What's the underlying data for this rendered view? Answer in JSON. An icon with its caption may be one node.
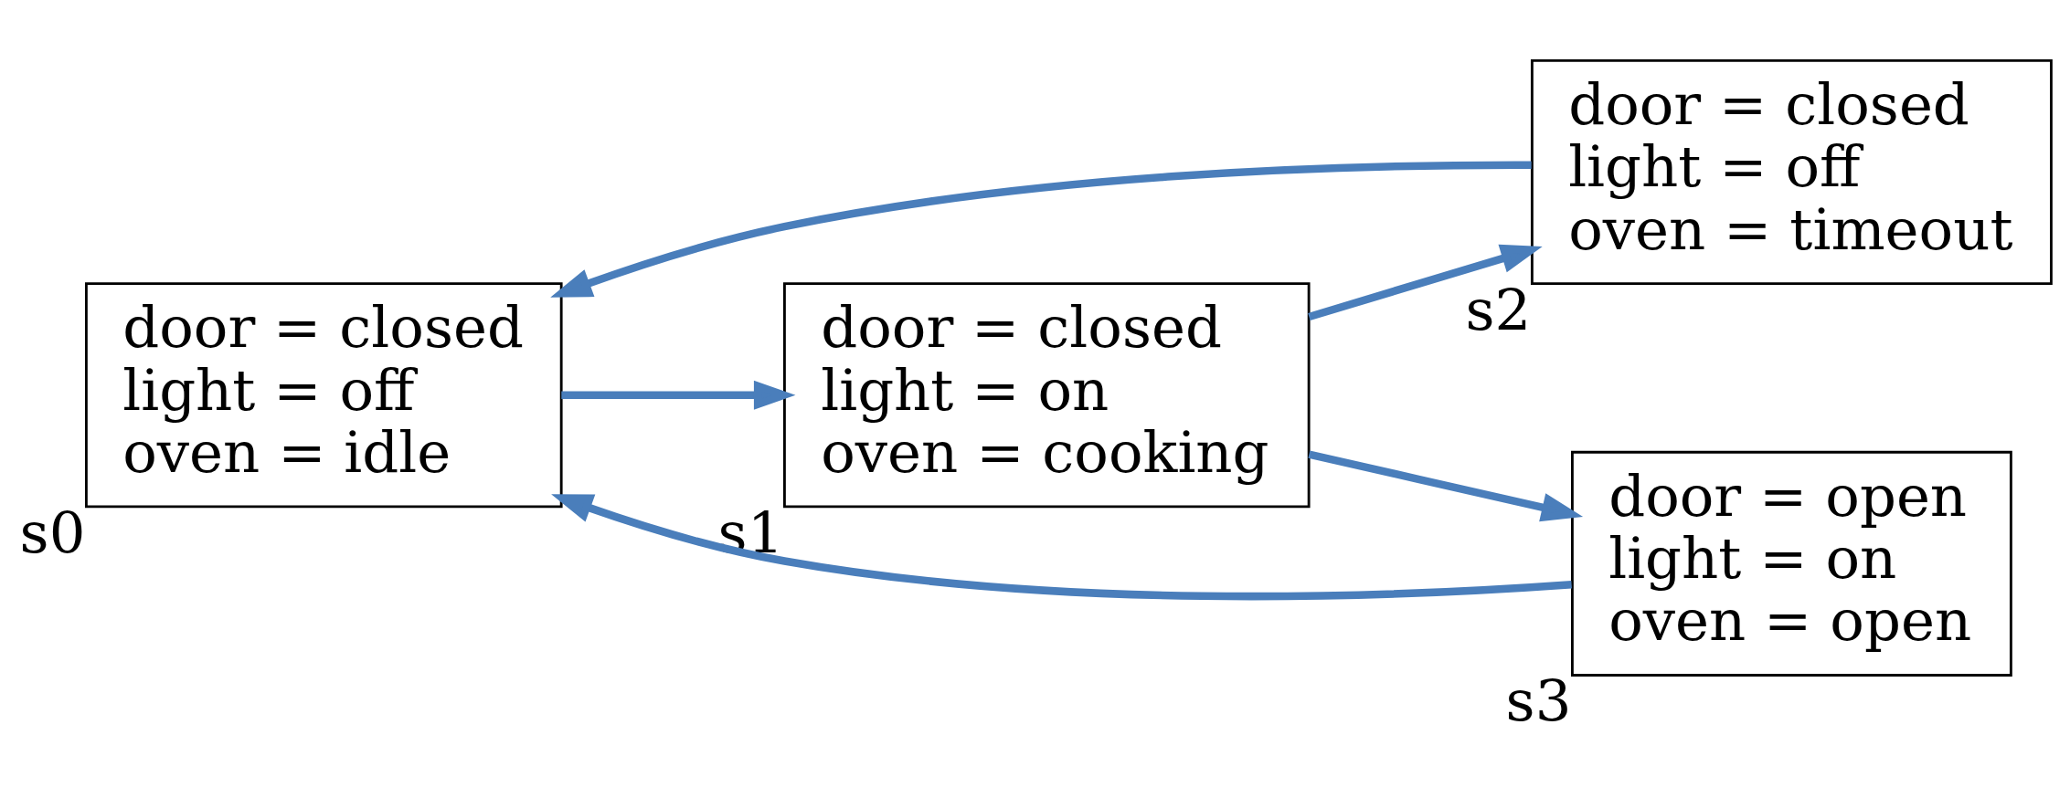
{
  "diagram": {
    "nodes": [
      {
        "text": [
          "door = closed",
          "light = off",
          "oven = idle"
        ],
        "beside": [
          "s0"
        ]
      },
      {
        "text": [
          "door = closed",
          "light = on",
          "oven = cooking"
        ],
        "beside": [
          "s1"
        ]
      },
      {
        "text": [
          "door = closed",
          "light = off",
          "oven = timeout"
        ],
        "beside": [
          "s2"
        ]
      },
      {
        "text": [
          "door = open",
          "light = on",
          "oven = open"
        ],
        "beside": [
          "s3"
        ]
      }
    ],
    "edges": [
      {
        "from": 0,
        "to": 1,
        "arrow": "to"
      },
      {
        "from": 1,
        "to": 2,
        "arrow": "to"
      },
      {
        "from": 1,
        "to": 3,
        "arrow": "to"
      },
      {
        "from": 2,
        "to": 0,
        "arrow": "to"
      },
      {
        "from": 3,
        "to": 0,
        "arrow": "to"
      }
    ]
  }
}
